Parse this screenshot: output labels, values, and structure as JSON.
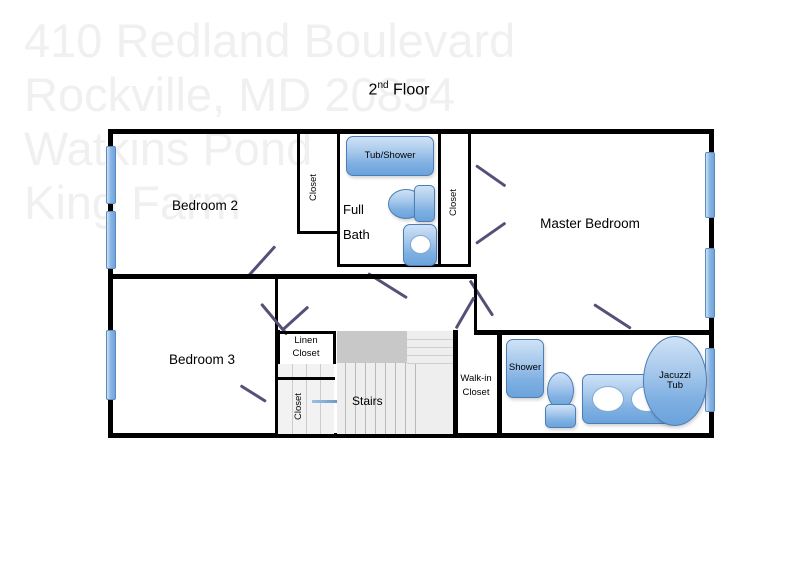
{
  "watermark": {
    "line1": "410 Redland Boulevard",
    "line2": "Rockville, MD 20854",
    "line3": "Watkins Pond",
    "line4": "King Farm",
    "color": "#f0f0f0"
  },
  "title": {
    "prefix": "2",
    "sup": "nd",
    "suffix": " Floor",
    "full": "2nd Floor"
  },
  "palette": {
    "wall": "#000000",
    "window_fill": "#8ab6e4",
    "window_border": "#5a8cc0",
    "door": "#574f77",
    "fixture_fill": "#7fb0e2",
    "fixture_border": "#4d7db5",
    "stair_dark": "#c8c8c8",
    "stair_light": "#eeeeee",
    "arrow": "#5f90c4"
  },
  "rooms": [
    {
      "id": "bedroom-2",
      "label": "Bedroom 2"
    },
    {
      "id": "bedroom-3",
      "label": "Bedroom 3"
    },
    {
      "id": "master-bedroom",
      "label": "Master Bedroom"
    },
    {
      "id": "full-bath",
      "label": "Full\nBath",
      "line1": "Full",
      "line2": "Bath"
    },
    {
      "id": "stairs",
      "label": "Stairs"
    }
  ],
  "closets": [
    {
      "id": "bedroom-2-closet",
      "label": "Closet",
      "orientation": "vertical"
    },
    {
      "id": "full-bath-east-closet",
      "label": "Closet",
      "orientation": "vertical"
    },
    {
      "id": "linen-closet",
      "label": "Linen Closet",
      "line1": "Linen",
      "line2": "Closet",
      "orientation": "horizontal"
    },
    {
      "id": "hall-closet",
      "label": "Closet",
      "orientation": "vertical"
    },
    {
      "id": "walk-in-closet",
      "label": "Walk-in Closet",
      "line1": "Walk-in",
      "line2": "Closet",
      "orientation": "horizontal"
    }
  ],
  "fixtures": [
    {
      "id": "tub-shower",
      "label": "Tub/Shower",
      "room": "full-bath",
      "shape": "rounded-rect"
    },
    {
      "id": "toilet-1",
      "label": "",
      "room": "full-bath",
      "shape": "ellipse+tank"
    },
    {
      "id": "sink-1",
      "label": "",
      "room": "full-bath",
      "shape": "rounded-rect-with-bowl"
    },
    {
      "id": "shower",
      "label": "Shower",
      "room": "master-bath",
      "shape": "rounded-rect"
    },
    {
      "id": "toilet-2",
      "label": "",
      "room": "master-bath",
      "shape": "ellipse+base"
    },
    {
      "id": "vanity",
      "label": "",
      "room": "master-bath",
      "shape": "rounded-rect-two-bowls"
    },
    {
      "id": "jacuzzi-tub",
      "label": "Jacuzzi Tub",
      "room": "master-bath",
      "shape": "ellipse",
      "line1": "Jacuzzi",
      "line2": "Tub"
    }
  ],
  "windows": [
    {
      "id": "window-bedroom2-north",
      "wall": "west"
    },
    {
      "id": "window-bedroom2-south",
      "wall": "west"
    },
    {
      "id": "window-bedroom3",
      "wall": "west"
    },
    {
      "id": "window-master-north",
      "wall": "east"
    },
    {
      "id": "window-master-south",
      "wall": "east"
    },
    {
      "id": "window-master-bath",
      "wall": "east"
    }
  ],
  "doors": [
    {
      "id": "door-bedroom-2"
    },
    {
      "id": "door-bedroom-3"
    },
    {
      "id": "door-full-bath"
    },
    {
      "id": "door-linen-closet"
    },
    {
      "id": "door-hall-closet"
    },
    {
      "id": "door-walk-in-closet"
    },
    {
      "id": "door-master-bedroom"
    },
    {
      "id": "door-master-closet-north"
    },
    {
      "id": "door-master-closet-south"
    },
    {
      "id": "door-master-bath"
    }
  ],
  "stairs": {
    "label": "Stairs",
    "direction_arrow": "right"
  }
}
